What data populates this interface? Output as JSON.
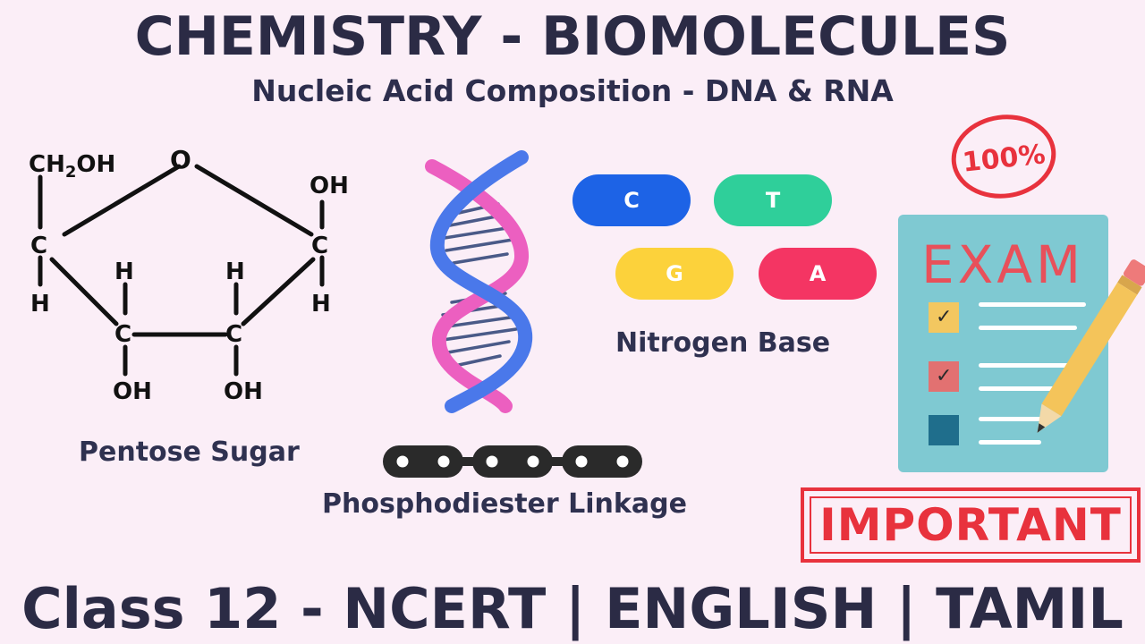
{
  "header": {
    "title": "CHEMISTRY - BIOMOLECULES",
    "subtitle": "Nucleic Acid Composition - DNA & RNA"
  },
  "sugar": {
    "ch2oh_prefix": "CH",
    "ch2oh_sub": "2",
    "ch2oh_suffix": "OH",
    "ring_o": "O",
    "oh": "OH",
    "c": "C",
    "h": "H",
    "label": "Pentose Sugar"
  },
  "bases": {
    "items": [
      {
        "letter": "C",
        "color": "#1d63e6"
      },
      {
        "letter": "T",
        "color": "#2fcf9a"
      },
      {
        "letter": "G",
        "color": "#fcd23b"
      },
      {
        "letter": "A",
        "color": "#f43563"
      }
    ],
    "label": "Nitrogen Base"
  },
  "linkage": {
    "label": "Phosphodiester Linkage"
  },
  "exam": {
    "score": "100%",
    "clipboard_text": "EXAM",
    "accent": "#e8323d"
  },
  "stamp": {
    "text": "IMPORTANT"
  },
  "footer": {
    "text": "Class 12 - NCERT | ENGLISH | TAMIL"
  }
}
